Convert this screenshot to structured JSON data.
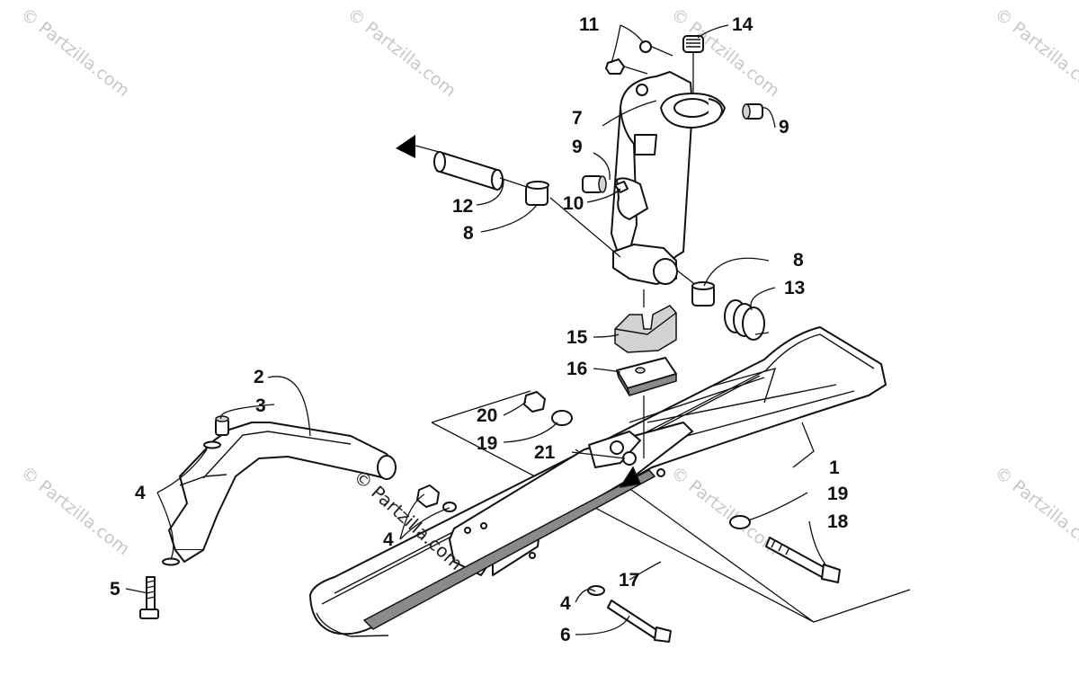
{
  "watermark": {
    "text": "© Partzilla.com"
  },
  "callouts": [
    {
      "id": "c1",
      "label": "1"
    },
    {
      "id": "c2",
      "label": "2"
    },
    {
      "id": "c3",
      "label": "3"
    },
    {
      "id": "c4a",
      "label": "4"
    },
    {
      "id": "c4b",
      "label": "4"
    },
    {
      "id": "c4c",
      "label": "4"
    },
    {
      "id": "c5",
      "label": "5"
    },
    {
      "id": "c6",
      "label": "6"
    },
    {
      "id": "c7",
      "label": "7"
    },
    {
      "id": "c8a",
      "label": "8"
    },
    {
      "id": "c8b",
      "label": "8"
    },
    {
      "id": "c9a",
      "label": "9"
    },
    {
      "id": "c9b",
      "label": "9"
    },
    {
      "id": "c10",
      "label": "10"
    },
    {
      "id": "c11",
      "label": "11"
    },
    {
      "id": "c12",
      "label": "12"
    },
    {
      "id": "c13",
      "label": "13"
    },
    {
      "id": "c14",
      "label": "14"
    },
    {
      "id": "c15",
      "label": "15"
    },
    {
      "id": "c16",
      "label": "16"
    },
    {
      "id": "c17",
      "label": "17"
    },
    {
      "id": "c18",
      "label": "18"
    },
    {
      "id": "c19a",
      "label": "19"
    },
    {
      "id": "c19b",
      "label": "19"
    },
    {
      "id": "c20",
      "label": "20"
    },
    {
      "id": "c21",
      "label": "21"
    }
  ]
}
